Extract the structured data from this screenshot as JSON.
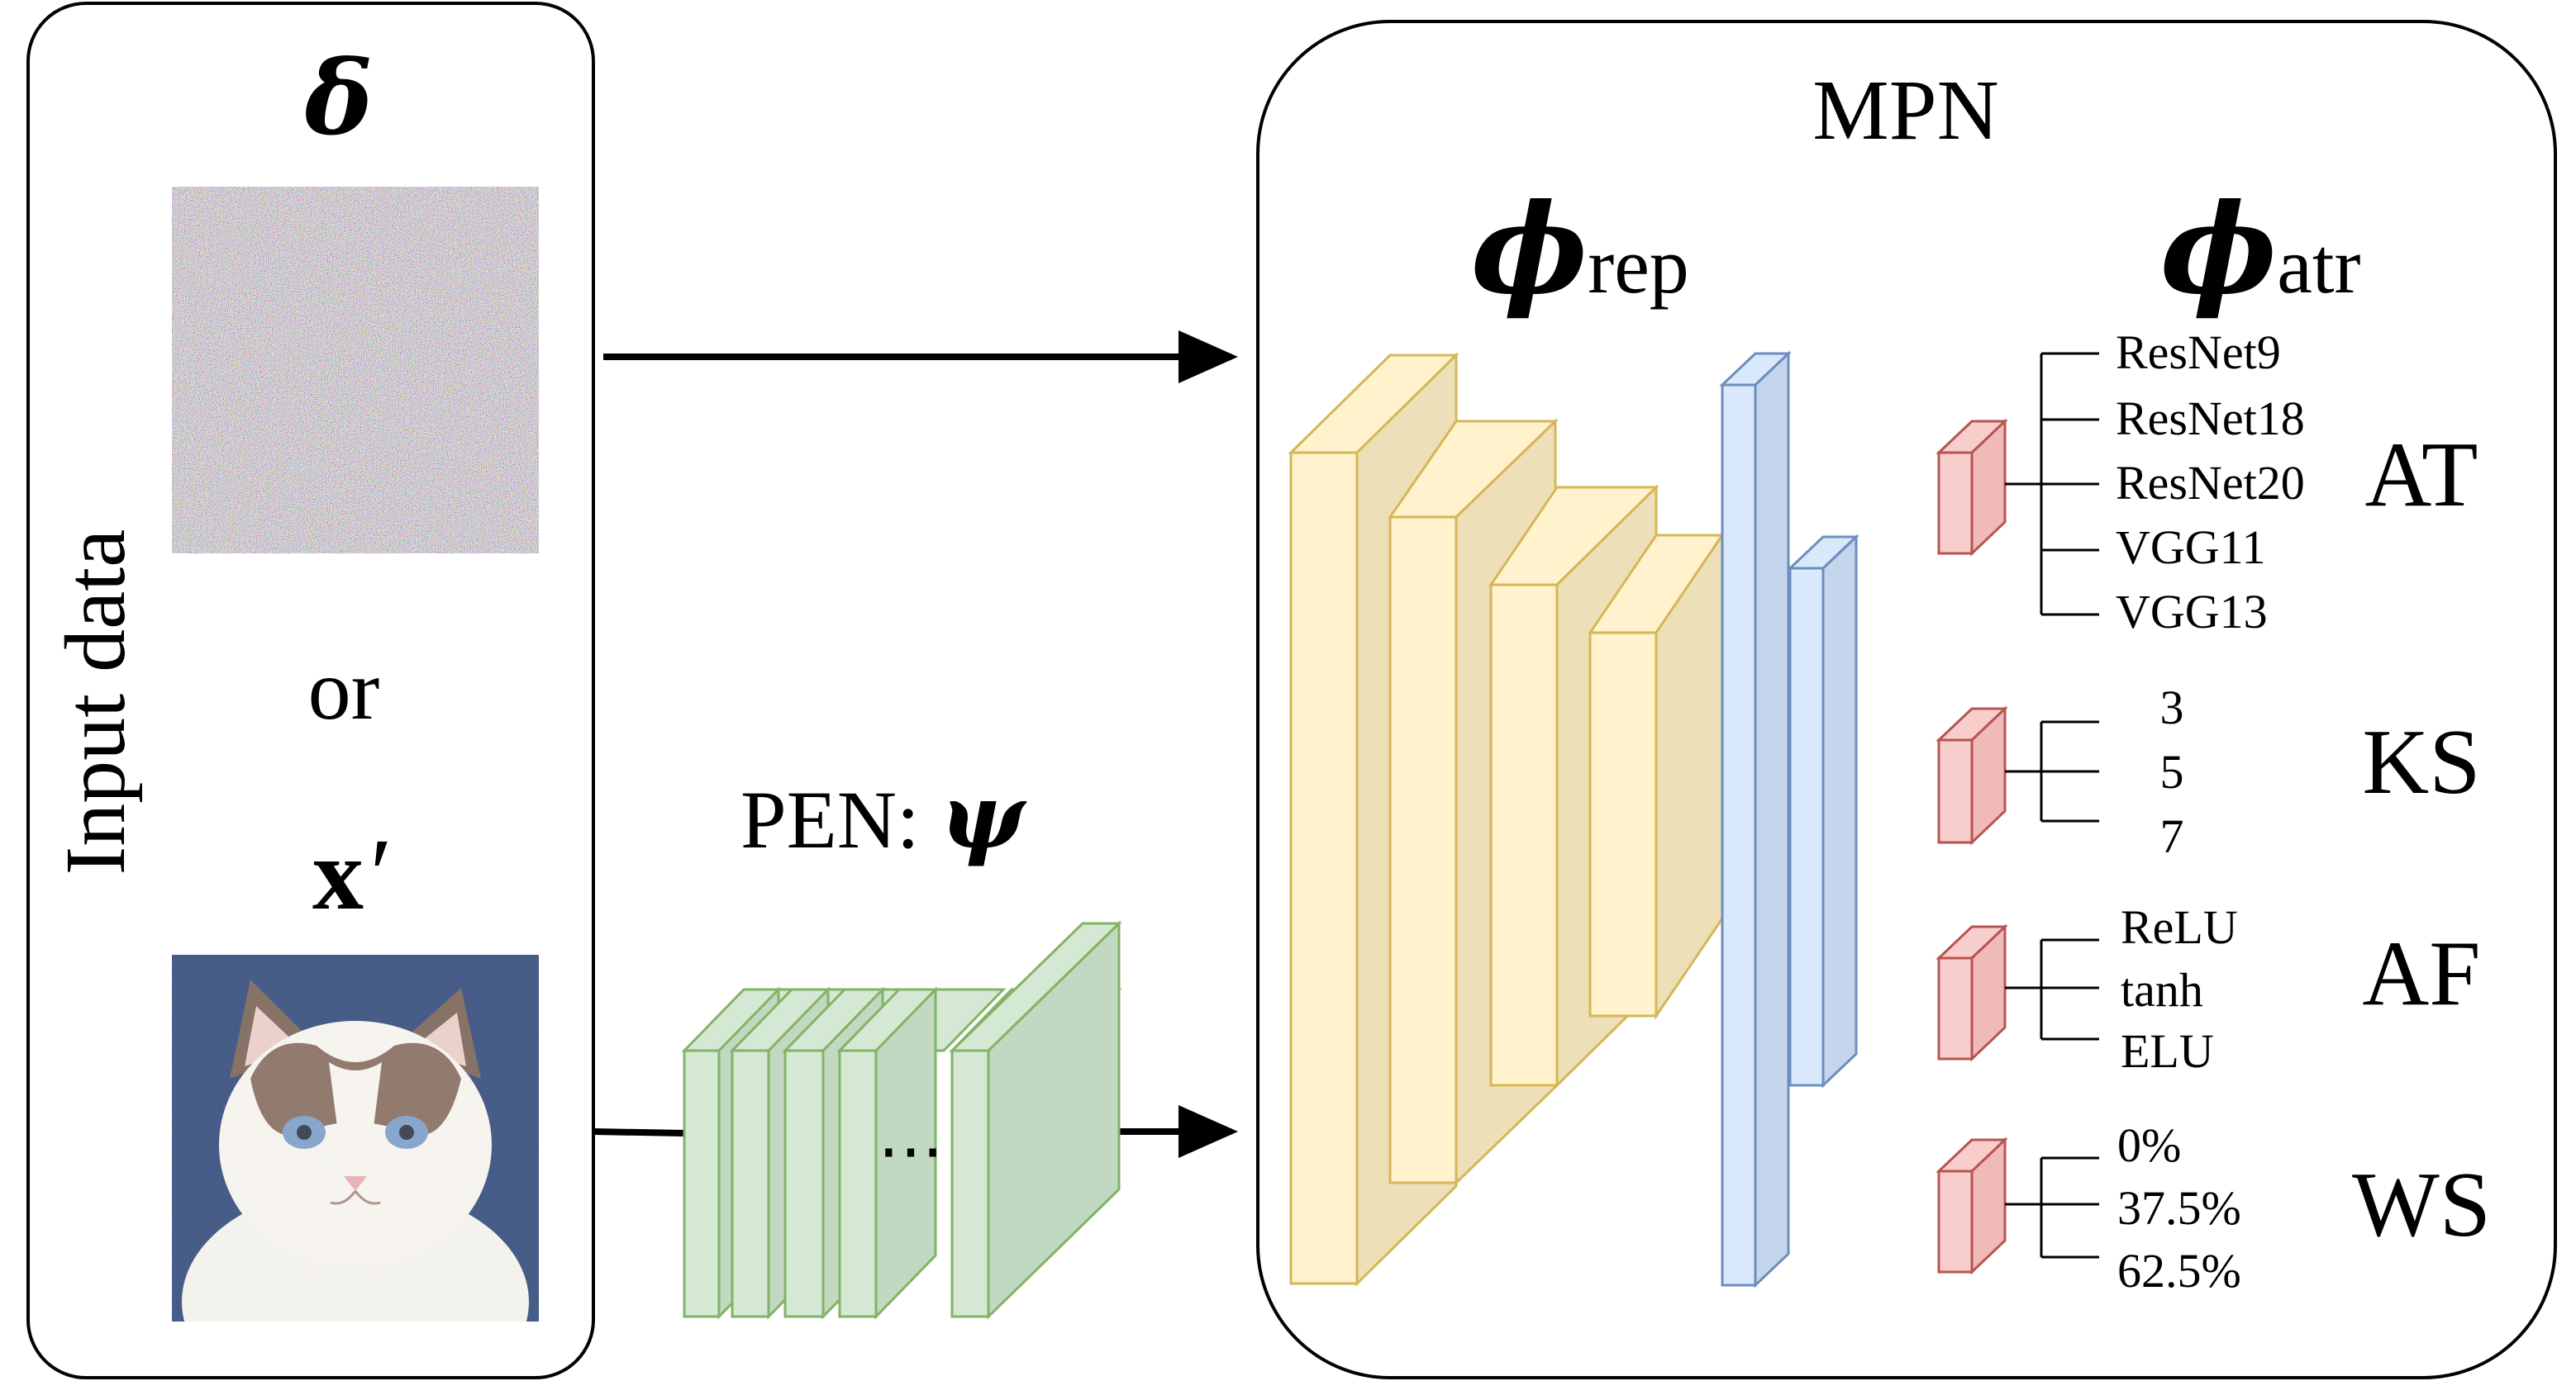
{
  "input_panel": {
    "title": "Input data",
    "delta_symbol": "δ",
    "or_text": "or",
    "x_symbol": "x",
    "x_prime": "′"
  },
  "pen": {
    "label": "PEN: ",
    "symbol": "ψ",
    "ellipsis": "⋯"
  },
  "mpn": {
    "title": "MPN",
    "phi_rep": {
      "symbol": "ϕ",
      "subscript": "rep"
    },
    "phi_atr": {
      "symbol": "ϕ",
      "subscript": "atr"
    },
    "heads": [
      {
        "abbr": "AT",
        "options": [
          "ResNet9",
          "ResNet18",
          "ResNet20",
          "VGG11",
          "VGG13"
        ]
      },
      {
        "abbr": "KS",
        "options": [
          "3",
          "5",
          "7"
        ]
      },
      {
        "abbr": "AF",
        "options": [
          "ReLU",
          "tanh",
          "ELU"
        ]
      },
      {
        "abbr": "WS",
        "options": [
          "0%",
          "37.5%",
          "62.5%"
        ]
      }
    ]
  },
  "colors": {
    "yellow_face": "#fff2cc",
    "yellow_side": "#ede0b8",
    "yellow_stroke": "#d6b656",
    "blue_face": "#dae8fc",
    "blue_side": "#c5d5ec",
    "blue_stroke": "#6c8ebf",
    "green_face": "#d5e8d4",
    "green_side": "#c2d9c1",
    "green_stroke": "#82b366",
    "red_face": "#f8cecc",
    "red_side": "#f0bab8",
    "red_stroke": "#b85450",
    "cat_background": "#1f3a6e",
    "cat_fur": "#f2efe9"
  }
}
